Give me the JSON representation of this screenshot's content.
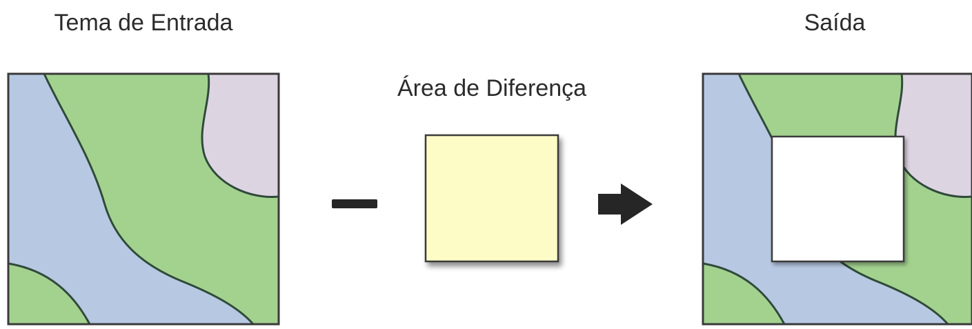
{
  "labels": {
    "input_title": "Tema de Entrada",
    "erase_title": "Área de Diferença",
    "output_title": "Saída"
  },
  "colors": {
    "water": "#b7c8e2",
    "land": "#a3d28f",
    "urban": "#ddd4e1",
    "erase_area": "#fdfbc6",
    "output_hole": "#ffffff",
    "outline": "#2f4a3a",
    "frame": "#3a3a3a",
    "symbol": "#262626"
  },
  "operators": {
    "minus": "minus",
    "arrow": "right-arrow"
  }
}
